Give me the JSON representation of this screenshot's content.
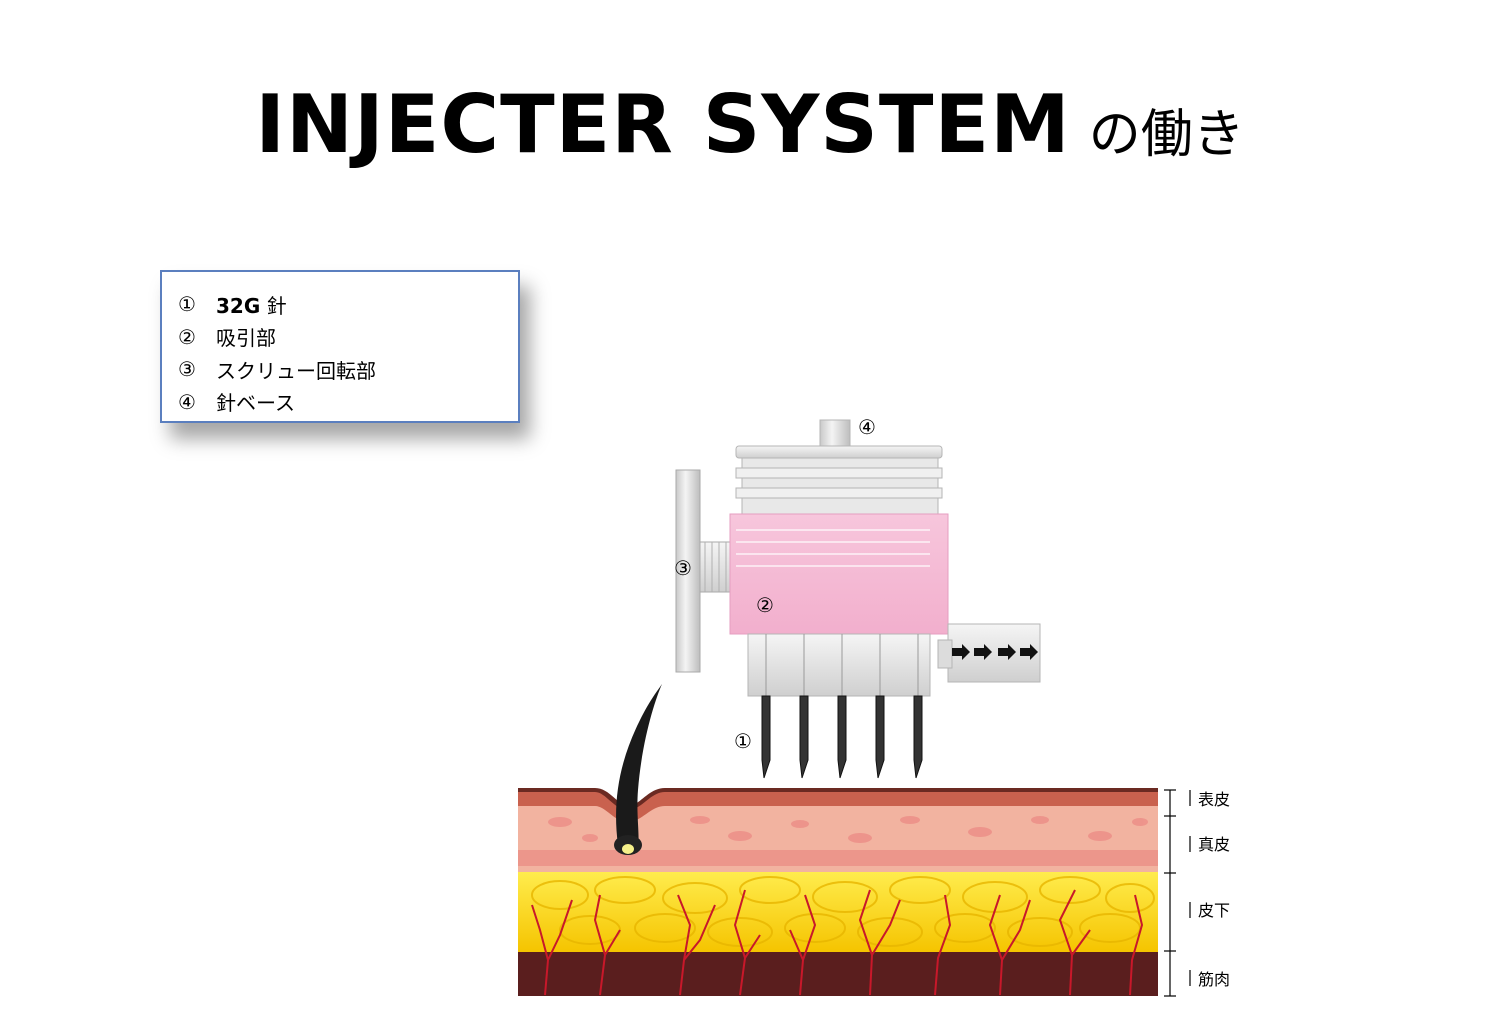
{
  "title": {
    "main": "INJECTER  SYSTEM",
    "suffix": "の働き"
  },
  "legend": {
    "items": [
      {
        "num": "①",
        "bold": "32G",
        "text": " 針"
      },
      {
        "num": "②",
        "bold": "",
        "text": "吸引部"
      },
      {
        "num": "③",
        "bold": "",
        "text": "スクリュー回転部"
      },
      {
        "num": "④",
        "bold": "",
        "text": "針ベース"
      }
    ]
  },
  "callouts": {
    "needle": "①",
    "suction": "②",
    "screw": "③",
    "base": "④"
  },
  "skin_layers": {
    "epidermis": "表皮",
    "dermis": "真皮",
    "subcutis": "皮下",
    "muscle": "筋肉"
  },
  "colors": {
    "legend_border": "#5b7fbf",
    "suction_pink": "#f4b6d2",
    "fat_yellow": "#ffe033",
    "dermis_pink": "#f2b3a0",
    "muscle_brown": "#5a1e1e",
    "vessel_red": "#c8182a"
  }
}
